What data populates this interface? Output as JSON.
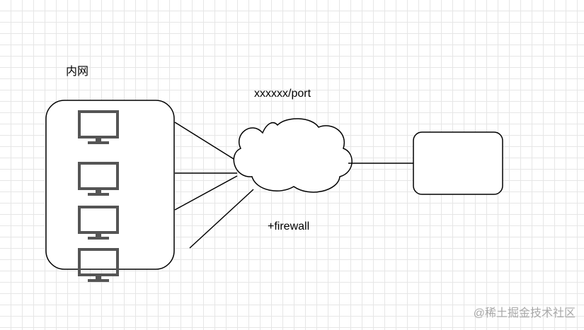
{
  "labels": {
    "intranet": "内网",
    "address": "xxxxxx/port",
    "firewall": "+firewall"
  },
  "watermark": "@稀土掘金技术社区",
  "colors": {
    "stroke": "#000000",
    "monitor": "#555555",
    "grid": "#e6e6e6",
    "watermark": "#a8a8a8"
  },
  "icons": [
    "monitor-icon",
    "monitor-icon",
    "monitor-icon",
    "monitor-icon",
    "cloud-icon"
  ]
}
